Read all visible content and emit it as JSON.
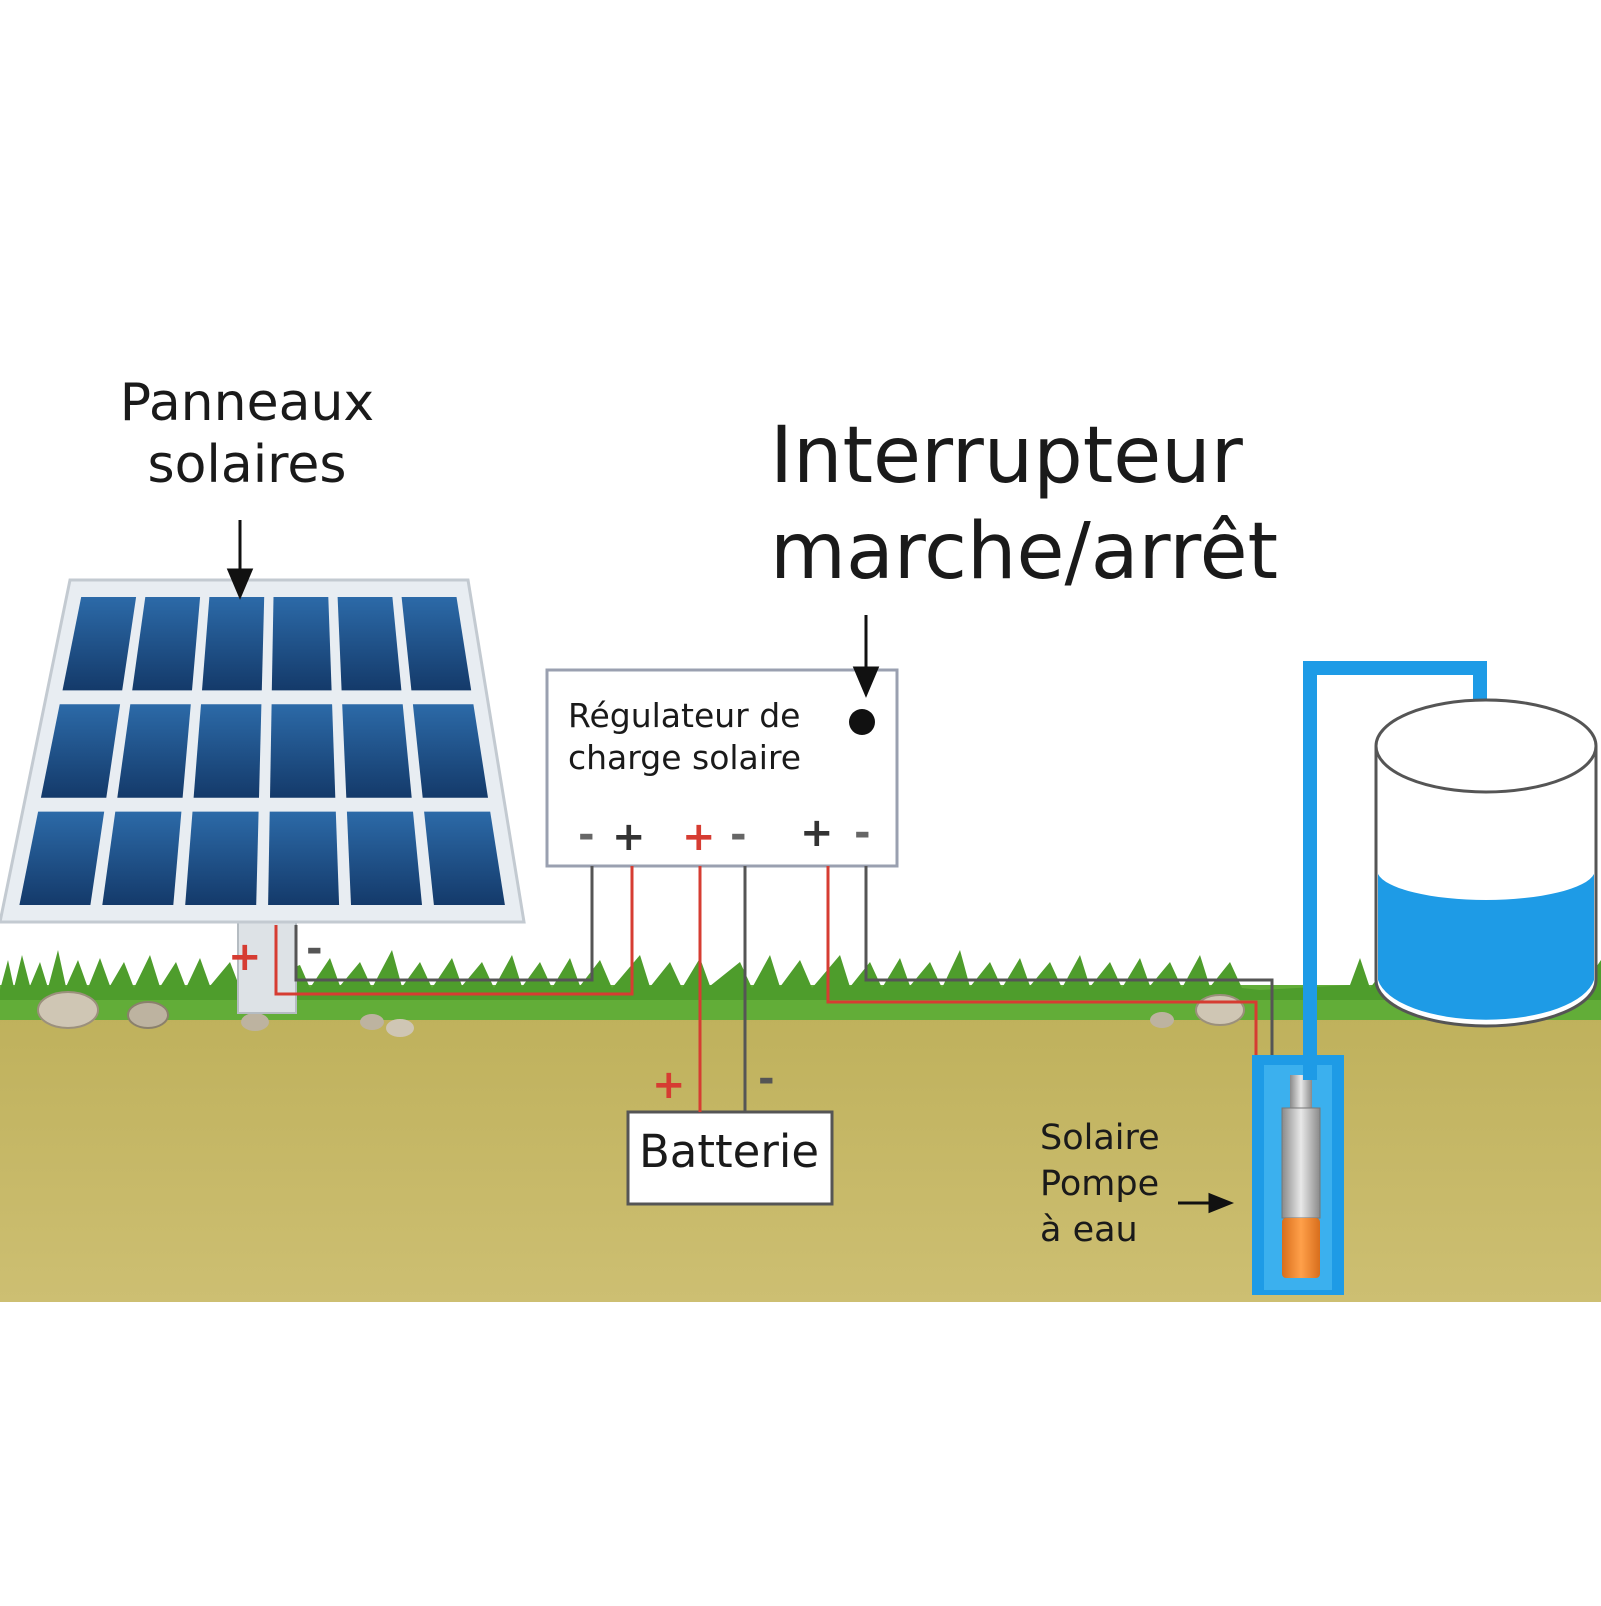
{
  "labels": {
    "solar_panels": [
      "Panneaux",
      "solaires"
    ],
    "switch": [
      "Interrupteur",
      "marche/arrêt"
    ],
    "regulator": [
      "Régulateur de",
      "charge solaire"
    ],
    "battery": "Batterie",
    "pump": [
      "Solaire",
      "Pompe",
      "à eau"
    ]
  },
  "terminals": {
    "regulator_terminals": [
      "-",
      "+",
      "+",
      "-",
      "+",
      "-"
    ],
    "panel_terminals": [
      "+",
      "-"
    ],
    "battery_terminals": [
      "+",
      "-"
    ]
  },
  "colors": {
    "panel_cell": "#1f4e8a",
    "panel_frame": "#e9eef3",
    "grass": "#5aa832",
    "soil": "#c7b866",
    "water": "#1e9be6",
    "wire_positive": "#d63c32",
    "wire_negative": "#555555",
    "pump_body": "#b8b8b8",
    "pump_bottom": "#f08a2a"
  }
}
